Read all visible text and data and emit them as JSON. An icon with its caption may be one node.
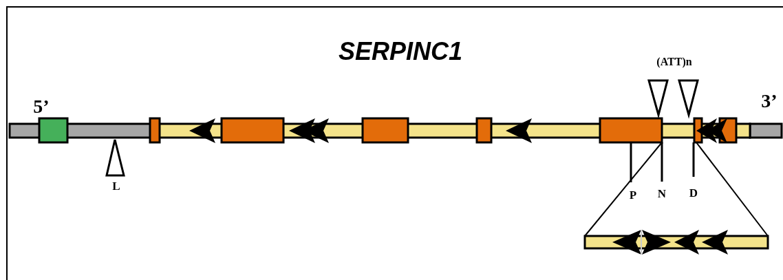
{
  "diagram": {
    "title": "SERPINC1",
    "labels": [
      "(ATT)n",
      "5’",
      "3’",
      "L",
      "P",
      "N",
      "D"
    ]
  }
}
